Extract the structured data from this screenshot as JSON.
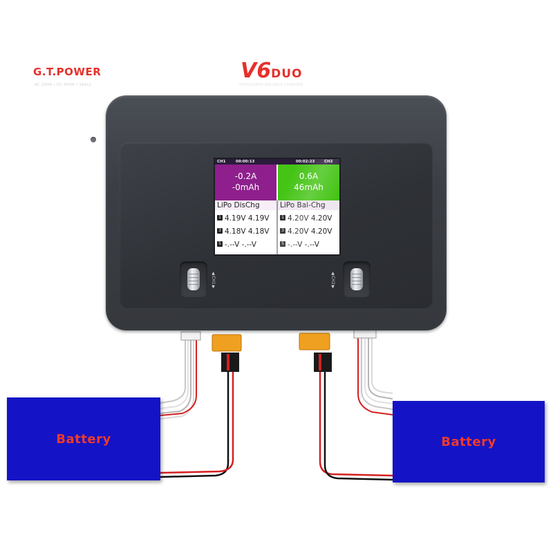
{
  "brand": {
    "name": "G.T.POWER",
    "spec": "AC 200W • DC 400W • 16Ax2",
    "model": "V6",
    "model_suffix": "DUO",
    "tagline": "INTELLIGENT BALANCE CHARGER"
  },
  "screen": {
    "ch1": {
      "label": "CH1",
      "time": "00:00:13",
      "current": "-0.2A",
      "capacity": "-0mAh",
      "mode": "LiPo DisChg",
      "cells": [
        {
          "num": "1",
          "values": "4.19V 4.19V"
        },
        {
          "num": "3",
          "values": "4.18V 4.18V"
        },
        {
          "num": "5",
          "values": "-.--V  -.--V"
        }
      ]
    },
    "ch2": {
      "label": "CH2",
      "time": "00:02:23",
      "current": "0.6A",
      "capacity": "46mAh",
      "mode": "LiPo Bal-Chg",
      "cells": [
        {
          "num": "1",
          "values": "4.20V 4.20V"
        },
        {
          "num": "3",
          "values": "4.20V 4.20V"
        },
        {
          "num": "5",
          "values": "-.--V  -.--V"
        }
      ]
    }
  },
  "knobs": {
    "left_label": "CH1",
    "right_label": "CH2"
  },
  "batteries": {
    "left_label": "Battery",
    "right_label": "Battery"
  },
  "colors": {
    "charger_body": "#3b3e44",
    "brand_red": "#e6302b",
    "ch1_panel": "#8e1f8c",
    "ch2_panel": "#45c416",
    "battery_blue": "#1414c6",
    "battery_text": "#f03a2a",
    "connector_yellow": "#f0a020",
    "wire_red": "#d42020",
    "wire_black": "#111111",
    "wire_white": "#e8e8e8"
  }
}
